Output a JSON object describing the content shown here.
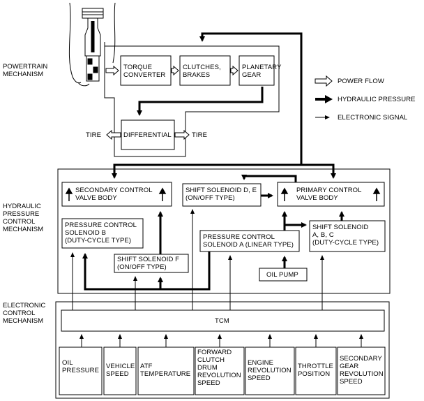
{
  "sections": {
    "powertrain": "POWERTRAIN\nMECHANISM",
    "hydraulic": "HYDRAULIC\nPRESSURE\nCONTROL\nMECHANISM",
    "electronic": "ELECTRONIC\nCONTROL\nMECHANISM"
  },
  "powertrain": {
    "torque_converter": "TORQUE\nCONVERTER",
    "clutches_brakes": "CLUTCHES,\nBRAKES",
    "planetary_gear": "PLANETARY\nGEAR",
    "differential": "DIFFERENTIAL",
    "tire_left": "TIRE",
    "tire_right": "TIRE"
  },
  "legend": {
    "power_flow": "POWER FLOW",
    "hydraulic_pressure": "HYDRAULIC PRESSURE",
    "electronic_signal": "ELECTRONIC SIGNAL"
  },
  "hydraulic": {
    "secondary_valve": "SECONDARY CONTROL\nVALVE BODY",
    "shift_solenoid_de": "SHIFT SOLENOID D, E\n(ON/OFF TYPE)",
    "primary_valve": "PRIMARY CONTROL\nVALVE BODY",
    "pcs_b": "PRESSURE CONTROL\nSOLENOID B\n(DUTY-CYCLE TYPE)",
    "pcs_a": "PRESSURE CONTROL\nSOLENOID A (LINEAR TYPE)",
    "shift_solenoid_abc": "SHIFT SOLENOID\nA, B, C\n(DUTY-CYCLE TYPE)",
    "shift_solenoid_f": "SHIFT SOLENOID F\n(ON/OFF TYPE)",
    "oil_pump": "OIL PUMP"
  },
  "electronic": {
    "tcm": "TCM",
    "sensors": [
      "OIL\nPRESSURE",
      "VEHICLE\nSPEED",
      "ATF\nTEMPERATURE",
      "FORWARD\nCLUTCH\nDRUM\nREVOLUTION\nSPEED",
      "ENGINE\nREVOLUTION\nSPEED",
      "THROTTLE\nPOSITION",
      "SECONDARY\nGEAR\nREVOLUTION\nSPEED"
    ]
  }
}
